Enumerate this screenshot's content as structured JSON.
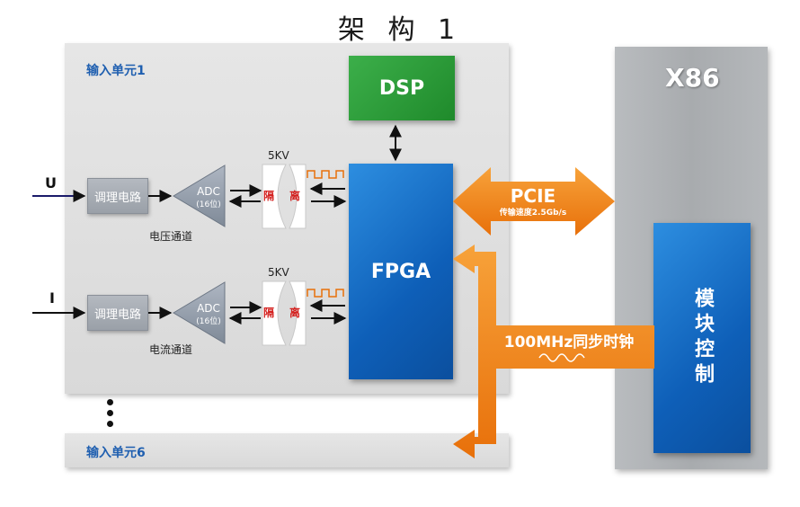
{
  "title": "架 构 1",
  "input_unit_1": {
    "label": "输入单元1"
  },
  "input_unit_6": {
    "label": "输入单元6"
  },
  "dsp": {
    "label": "DSP"
  },
  "fpga": {
    "label": "FPGA"
  },
  "x86": {
    "label": "X86",
    "module_label": "模块控制"
  },
  "pcie": {
    "label": "PCIE",
    "sublabel": "传输速度2.5Gb/s"
  },
  "clock": {
    "label": "100MHz同步时钟"
  },
  "channel_voltage": {
    "input_label": "U",
    "conditioning": "调理电路",
    "adc_label": "ADC",
    "adc_bits": "(16位)",
    "isolation_voltage": "5KV",
    "isolation_left": "隔",
    "isolation_right": "离",
    "caption": "电压通道"
  },
  "channel_current": {
    "input_label": "I",
    "conditioning": "调理电路",
    "adc_label": "ADC",
    "adc_bits": "(16位)",
    "isolation_voltage": "5KV",
    "isolation_left": "隔",
    "isolation_right": "离",
    "caption": "电流通道"
  },
  "colors": {
    "panel": "#dcdcdc",
    "fpga_blue": "#0e5fb8",
    "dsp_green": "#2a9a38",
    "arrow_orange": "#f07f0e",
    "label_blue": "#1f5fb0",
    "isolation_red": "#d4211f"
  }
}
